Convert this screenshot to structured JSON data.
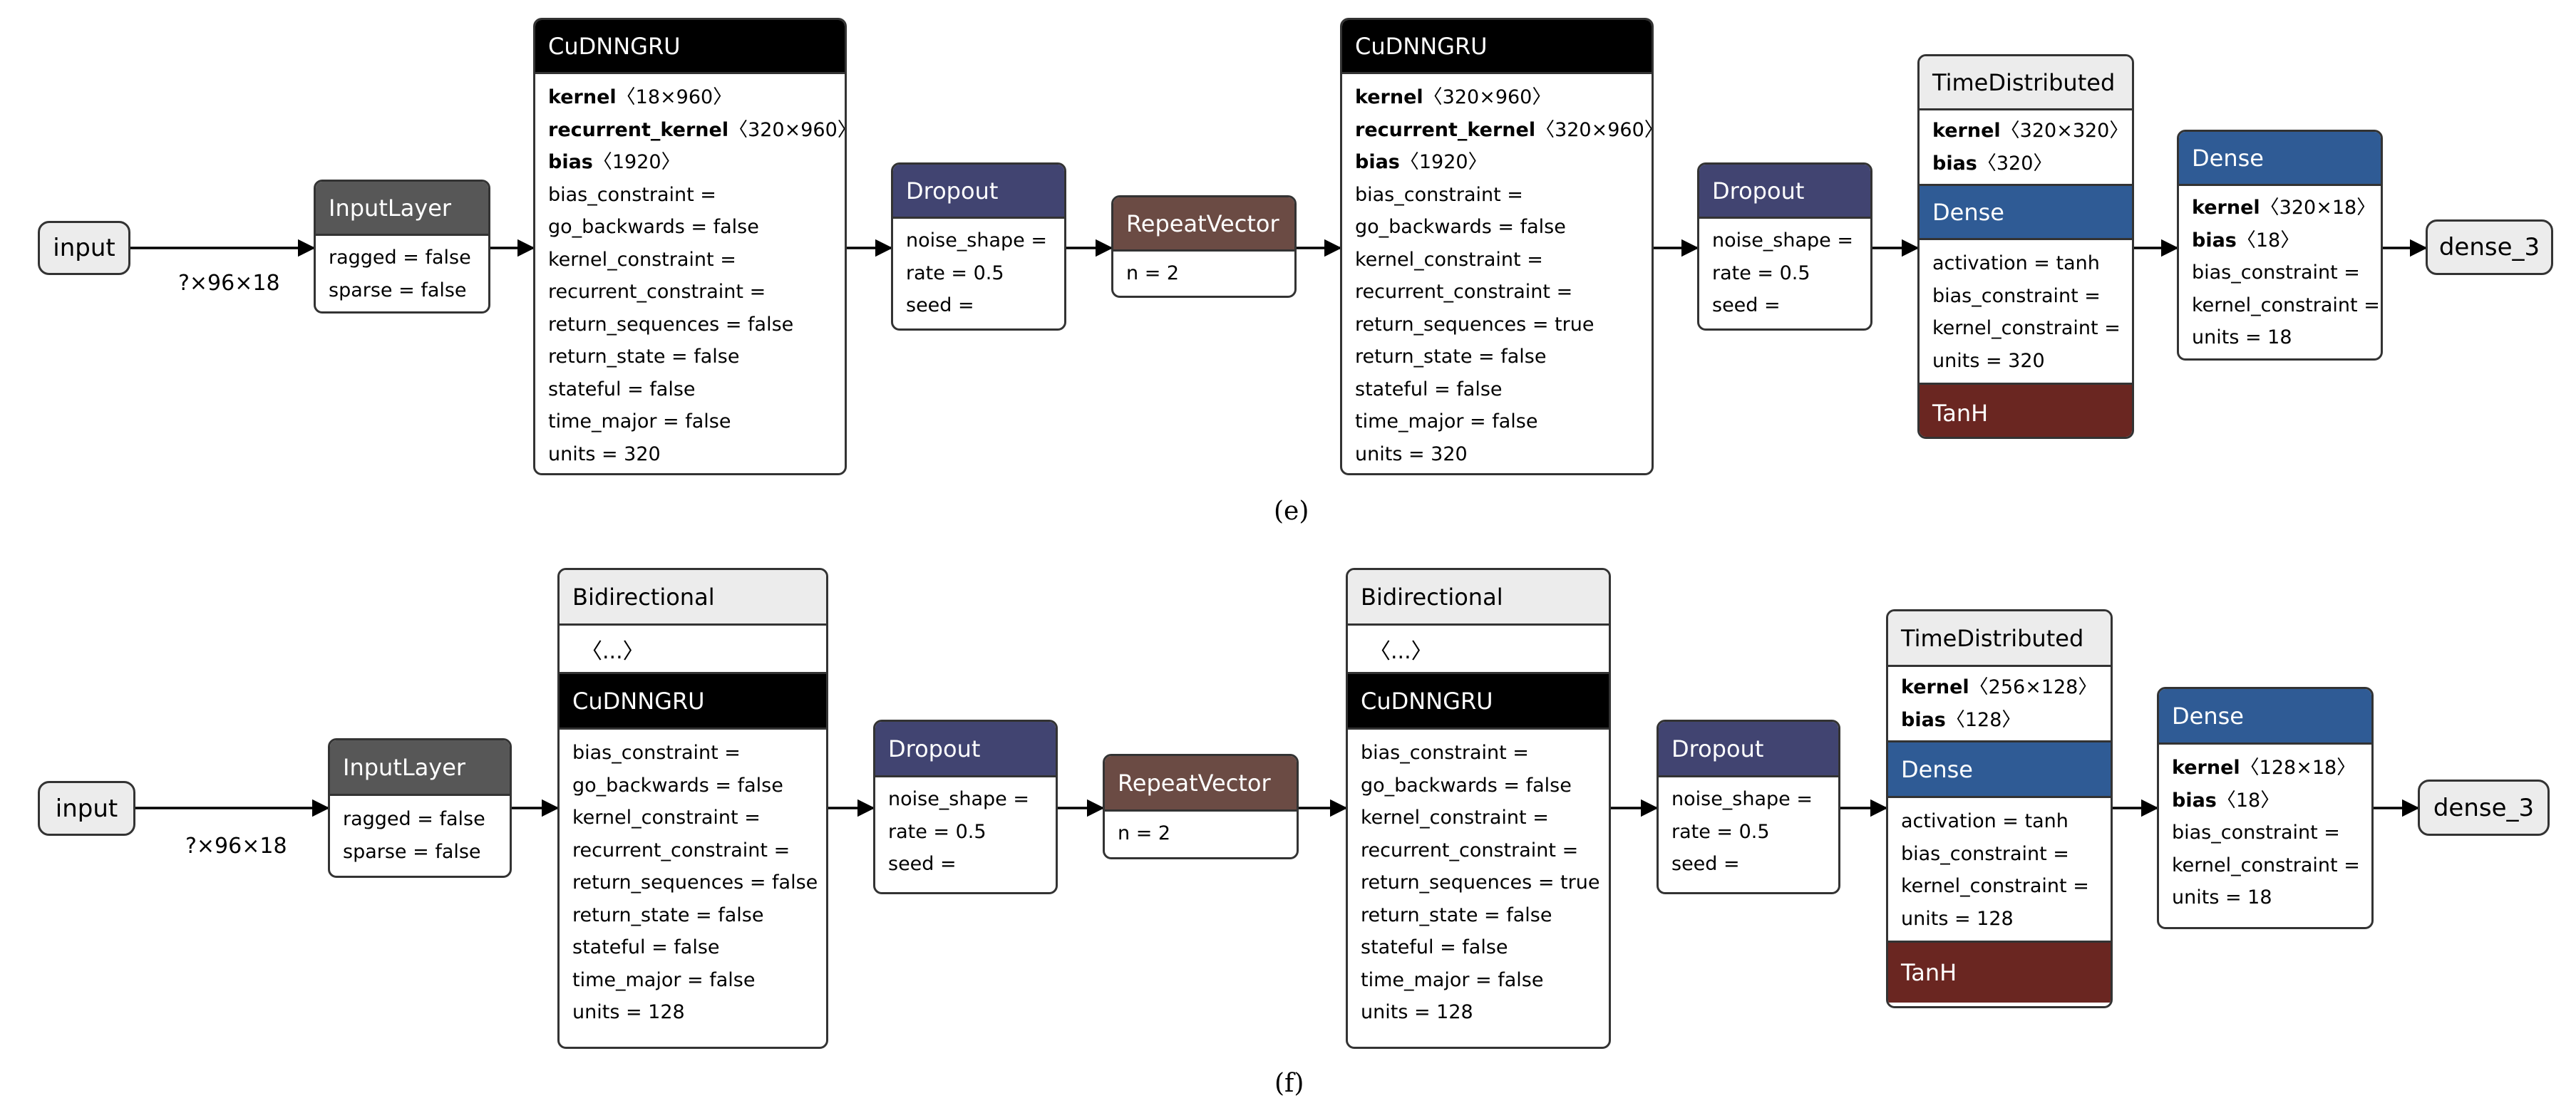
{
  "diagram_e": {
    "input": "input",
    "edge_shape": "?×96×18",
    "input_layer": {
      "title": "InputLayer",
      "attrs": [
        "ragged = false",
        "sparse = false"
      ]
    },
    "gru1": {
      "title": "CuDNNGRU",
      "weights": [
        {
          "name": "kernel",
          "shape": "〈18×960〉"
        },
        {
          "name": "recurrent_kernel",
          "shape": "〈320×960〉"
        },
        {
          "name": "bias",
          "shape": "〈1920〉"
        }
      ],
      "attrs": [
        "bias_constraint =",
        "go_backwards = false",
        "kernel_constraint =",
        "recurrent_constraint =",
        "return_sequences = false",
        "return_state = false",
        "stateful = false",
        "time_major = false",
        "units = 320"
      ]
    },
    "dropout1": {
      "title": "Dropout",
      "attrs": [
        "noise_shape =",
        "rate = 0.5",
        "seed ="
      ]
    },
    "repeat": {
      "title": "RepeatVector",
      "attrs": [
        "n = 2"
      ]
    },
    "gru2": {
      "title": "CuDNNGRU",
      "weights": [
        {
          "name": "kernel",
          "shape": "〈320×960〉"
        },
        {
          "name": "recurrent_kernel",
          "shape": "〈320×960〉"
        },
        {
          "name": "bias",
          "shape": "〈1920〉"
        }
      ],
      "attrs": [
        "bias_constraint =",
        "go_backwards = false",
        "kernel_constraint =",
        "recurrent_constraint =",
        "return_sequences = true",
        "return_state = false",
        "stateful = false",
        "time_major = false",
        "units = 320"
      ]
    },
    "dropout2": {
      "title": "Dropout",
      "attrs": [
        "noise_shape =",
        "rate = 0.5",
        "seed ="
      ]
    },
    "timedist": {
      "title": "TimeDistributed",
      "weights": [
        {
          "name": "kernel",
          "shape": "〈320×320〉"
        },
        {
          "name": "bias",
          "shape": "〈320〉"
        }
      ],
      "inner_title": "Dense",
      "attrs": [
        "activation = tanh",
        "bias_constraint =",
        "kernel_constraint =",
        "units = 320"
      ],
      "activation_title": "TanH"
    },
    "dense": {
      "title": "Dense",
      "weights": [
        {
          "name": "kernel",
          "shape": "〈320×18〉"
        },
        {
          "name": "bias",
          "shape": "〈18〉"
        }
      ],
      "attrs": [
        "bias_constraint =",
        "kernel_constraint =",
        "units = 18"
      ]
    },
    "output": "dense_3",
    "caption": "(e)"
  },
  "diagram_f": {
    "input": "input",
    "edge_shape": "?×96×18",
    "input_layer": {
      "title": "InputLayer",
      "attrs": [
        "ragged = false",
        "sparse = false"
      ]
    },
    "bidi1": {
      "title": "Bidirectional",
      "collapsed": "〈...〉",
      "inner_title": "CuDNNGRU",
      "attrs": [
        "bias_constraint =",
        "go_backwards = false",
        "kernel_constraint =",
        "recurrent_constraint =",
        "return_sequences = false",
        "return_state = false",
        "stateful = false",
        "time_major = false",
        "units = 128"
      ]
    },
    "dropout1": {
      "title": "Dropout",
      "attrs": [
        "noise_shape =",
        "rate = 0.5",
        "seed ="
      ]
    },
    "repeat": {
      "title": "RepeatVector",
      "attrs": [
        "n = 2"
      ]
    },
    "bidi2": {
      "title": "Bidirectional",
      "collapsed": "〈...〉",
      "inner_title": "CuDNNGRU",
      "attrs": [
        "bias_constraint =",
        "go_backwards = false",
        "kernel_constraint =",
        "recurrent_constraint =",
        "return_sequences = true",
        "return_state = false",
        "stateful = false",
        "time_major = false",
        "units = 128"
      ]
    },
    "dropout2": {
      "title": "Dropout",
      "attrs": [
        "noise_shape =",
        "rate = 0.5",
        "seed ="
      ]
    },
    "timedist": {
      "title": "TimeDistributed",
      "weights": [
        {
          "name": "kernel",
          "shape": "〈256×128〉"
        },
        {
          "name": "bias",
          "shape": "〈128〉"
        }
      ],
      "inner_title": "Dense",
      "attrs": [
        "activation = tanh",
        "bias_constraint =",
        "kernel_constraint =",
        "units = 128"
      ],
      "activation_title": "TanH"
    },
    "dense": {
      "title": "Dense",
      "weights": [
        {
          "name": "kernel",
          "shape": "〈128×18〉"
        },
        {
          "name": "bias",
          "shape": "〈18〉"
        }
      ],
      "attrs": [
        "bias_constraint =",
        "kernel_constraint =",
        "units = 18"
      ]
    },
    "output": "dense_3",
    "caption": "(f)"
  },
  "colors": {
    "input_layer": "#575757",
    "gru": "#000000",
    "dropout": "#414471",
    "repeat_vector": "#6b4b44",
    "dense": "#2f5b95",
    "activation": "#6a2621",
    "wrapper": "#ececec"
  }
}
